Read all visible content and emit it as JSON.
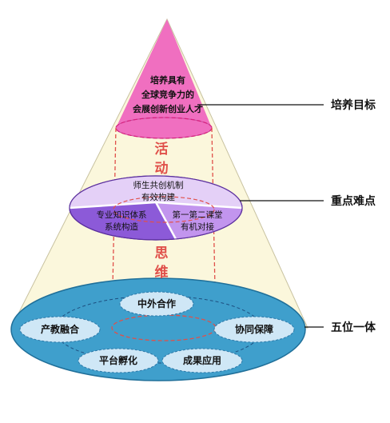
{
  "levels": {
    "goal": "培养目标",
    "key": "重点难点",
    "five": "五位一体"
  },
  "peak": {
    "line1": "培养具有",
    "line2": "全球竞争力的",
    "line3": "会展创新创业人才"
  },
  "core": {
    "activity_1": "活",
    "activity_2": "动",
    "thinking_1": "思",
    "thinking_2": "维"
  },
  "middle": {
    "top_line1": "师生共创机制",
    "top_line2": "有效构建",
    "left_line1": "专业知识体系",
    "left_line2": "系统构造",
    "right_line1": "第一第二课堂",
    "right_line2": "有机对接"
  },
  "base": {
    "center": "中外合作",
    "left": "产教融合",
    "right": "协同保障",
    "bottom_left": "平台孵化",
    "bottom_right": "成果应用"
  },
  "colors": {
    "cone": "#fbf7dc",
    "peak": "#f06fc0",
    "middle_top": "#e4d0f7",
    "middle_left": "#8c5ad8",
    "middle_right": "#c295ee",
    "base": "#3f9fcc",
    "base_node": "#cfe7f6",
    "core": "#e0504a"
  }
}
